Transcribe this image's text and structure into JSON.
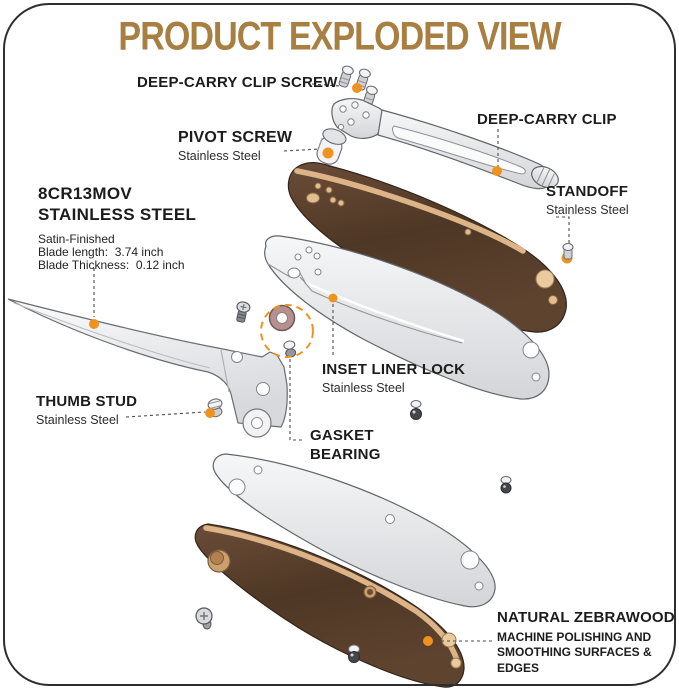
{
  "title": "PRODUCT EXPLODED VIEW",
  "colors": {
    "accent": "#f0921e",
    "title": "#a87e41",
    "ink": "#1f1f1f",
    "wood_dark": "#5c4231",
    "wood_light": "#dcb488"
  },
  "labels": {
    "deep_carry_clip_screw": {
      "title": "DEEP-CARRY CLIP SCREW"
    },
    "pivot_screw": {
      "title": "PIVOT SCREW",
      "subtitle": "Stainless Steel"
    },
    "deep_carry_clip": {
      "title": "DEEP-CARRY CLIP"
    },
    "blade_steel": {
      "title_line1": "8CR13MOV",
      "title_line2": "STAINLESS STEEL",
      "spec1": "Satin-Finished",
      "spec2": "Blade length:  3.74 inch",
      "spec3": "Blade Thickness:  0.12 inch"
    },
    "standoff": {
      "title": "STANDOFF",
      "subtitle": "Stainless Steel"
    },
    "inset_liner_lock": {
      "title": "INSET LINER LOCK",
      "subtitle": "Stainless Steel"
    },
    "thumb_stud": {
      "title": "THUMB STUD",
      "subtitle": "Stainless Steel"
    },
    "gasket_bearing": {
      "line1": "GASKET",
      "line2": "BEARING"
    },
    "natural_zebrawood": {
      "title": "NATURAL ZEBRAWOOD",
      "line1": "MACHINE POLISHING AND",
      "line2": "SMOOTHING SURFACES &",
      "line3": "EDGES"
    }
  }
}
